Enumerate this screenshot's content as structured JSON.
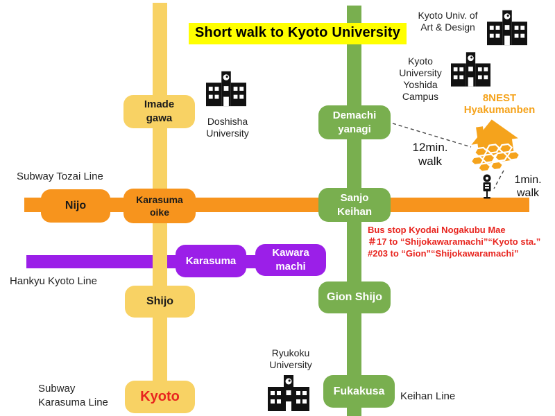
{
  "title": "Short walk to Kyoto University",
  "line_labels": {
    "tozai": "Subway Tozai Line",
    "hankyu": "Hankyu Kyoto Line",
    "karasuma": "Subway\nKarasuma Line",
    "keihan": "Keihan Line"
  },
  "stations": {
    "imadegawa": "Imade\ngawa",
    "nijo": "Nijo",
    "karasuma_oike": "Karasuma\noike",
    "shijo": "Shijo",
    "kyoto": "Kyoto",
    "demachiyanagi": "Demachi\nyanagi",
    "sanjo_keihan": "Sanjo\nKeihan",
    "gion_shijo": "Gion Shijo",
    "fukakusa": "Fukakusa",
    "karasuma_hankyu": "Karasuma",
    "kawaramachi": "Kawara\nmachi"
  },
  "universities": {
    "doshisha": "Doshisha\nUniversity",
    "kyoto_art_design": "Kyoto Univ. of\nArt & Design",
    "kyoto_yoshida": "Kyoto\nUniversity\nYoshida\nCampus",
    "ryukoku": "Ryukoku\nUniversity"
  },
  "guesthouse": {
    "name": "8NEST\nHyakumanben",
    "color": "#F5A31C"
  },
  "walks": {
    "from_demachiyanagi": "12min.\nwalk",
    "from_bus_stop": "1min.\nwalk"
  },
  "bus_info": {
    "color": "#E8251F",
    "lines": [
      "Bus stop Kyodai Nogakubu Mae",
      "＃17 to “Shijokawaramachi”“Kyoto sta.”",
      "#203 to “Gion”“Shijokawaramachi”"
    ]
  },
  "colors": {
    "karasuma_line": "#F8D264",
    "tozai_line": "#F7941D",
    "keihan_line": "#79AF4F",
    "hankyu_line": "#9B1FE8",
    "title_highlight": "#FFFF00",
    "kyoto_station_text": "#E8251F",
    "bus_text": "#E8251F"
  }
}
